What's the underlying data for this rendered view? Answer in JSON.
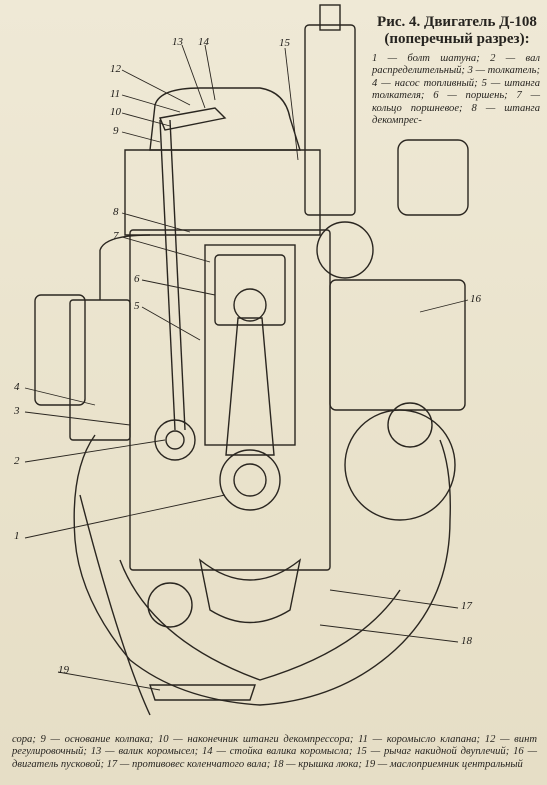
{
  "figure": {
    "title_line1": "Рис. 4. Двигатель Д-108",
    "title_line2": "(поперечный разрез):"
  },
  "legend": [
    {
      "num": "1",
      "text": "— болт шатуна;"
    },
    {
      "num": "2",
      "text": "— вал распределительный;"
    },
    {
      "num": "3",
      "text": "— толкатель;"
    },
    {
      "num": "4",
      "text": "— насос топливный;"
    },
    {
      "num": "5",
      "text": "— штанга толкателя;"
    },
    {
      "num": "6",
      "text": "— поршень;"
    },
    {
      "num": "7",
      "text": "— кольцо поршневое;"
    },
    {
      "num": "8",
      "text": "— штанга декомпрессора;"
    },
    {
      "num": "9",
      "text": "— основание колпака;"
    },
    {
      "num": "10",
      "text": "— наконечник штанги декомпрессора;"
    },
    {
      "num": "11",
      "text": "— коромысло клапана;"
    },
    {
      "num": "12",
      "text": "— винт регулировочный;"
    },
    {
      "num": "13",
      "text": "— валик коромысел;"
    },
    {
      "num": "14",
      "text": "— стойка валика коромысла;"
    },
    {
      "num": "15",
      "text": "— рычаг накидной двуплечий;"
    },
    {
      "num": "16",
      "text": "— двигатель пусковой;"
    },
    {
      "num": "17",
      "text": "— противовес коленчатого вала;"
    },
    {
      "num": "18",
      "text": "— крышка люка;"
    },
    {
      "num": "19",
      "text": "— маслоприемник центральный"
    }
  ],
  "legend_top_text": "1 — болт шатуна; 2 — вал распределительный; 3 — толкатель; 4 — насос топливный; 5 — штанга толкателя; 6 — поршень; 7 — кольцо поршневое; 8 — штанга декомпрес-",
  "legend_bottom_text": "сора; 9 — основание колпака; 10 — наконечник штанги декомпрессора; 11 — коромысло клапана; 12 — винт регулировочный; 13 — валик коромысел; 14 — стойка валика коромысла; 15 — рычаг накидной двуплечий; 16 — двигатель пусковой; 17 — противовес коленчатого вала; 18 — крышка люка; 19 — маслоприемник центральный",
  "callouts": {
    "c1": "1",
    "c2": "2",
    "c3": "3",
    "c4": "4",
    "c5": "5",
    "c6": "6",
    "c7": "7",
    "c8": "8",
    "c9": "9",
    "c10": "10",
    "c11": "11",
    "c12": "12",
    "c13": "13",
    "c14": "14",
    "c15": "15",
    "c16": "16",
    "c17": "17",
    "c18": "18",
    "c19": "19"
  }
}
